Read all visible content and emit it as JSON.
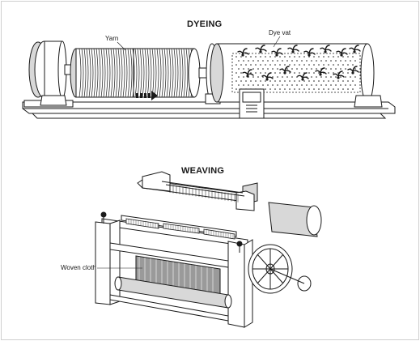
{
  "dyeing": {
    "title": "DYEING",
    "labels": {
      "yarn": "Yarn",
      "dye_vat": "Dye vat"
    }
  },
  "weaving": {
    "title": "WEAVING",
    "labels": {
      "woven_cloth": "Woven cloth"
    }
  },
  "colors": {
    "ink": "#1a1a1a",
    "shade_light": "#d8d8d8",
    "shade_mid": "#9a9a9a",
    "paper": "#ffffff"
  }
}
